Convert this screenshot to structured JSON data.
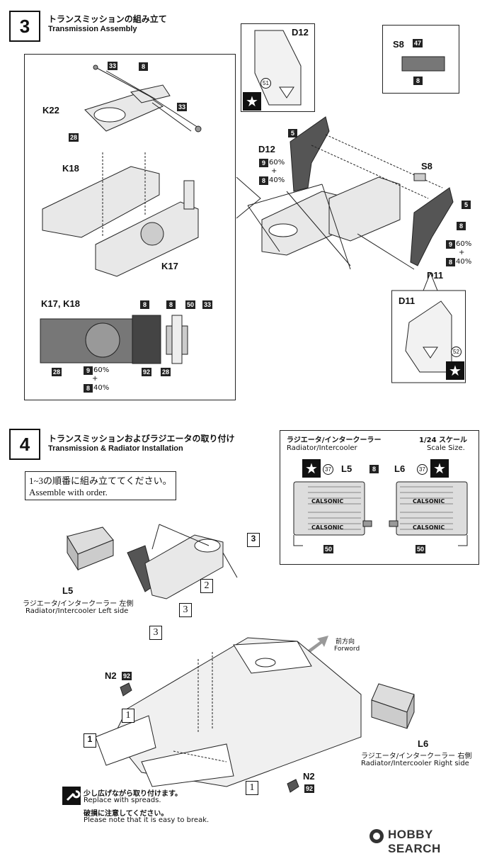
{
  "step3": {
    "number": "3",
    "title_jp": "トランスミッションの組み立て",
    "title_en": "Transmission Assembly",
    "callout_d12": {
      "label": "D12",
      "circle": "51"
    },
    "callout_s8": {
      "label": "S8",
      "part_top": "47",
      "part_bottom": "8"
    },
    "callout_d11": {
      "label": "D11",
      "circle": "52"
    },
    "labels": {
      "k22": "K22",
      "k18": "K18",
      "k17": "K17",
      "k17k18": "K17, K18",
      "d12": "D12",
      "s8": "S8",
      "d11": "D11"
    },
    "parts": {
      "p33a": "33",
      "p8a": "8",
      "p33b": "33",
      "p28a": "28",
      "p5a": "5",
      "p9a": "9",
      "p8b": "8",
      "p5b": "5",
      "p8c": "8",
      "p9b": "9",
      "p8d": "8",
      "p8e": "8",
      "p8f": "8",
      "p50": "50",
      "p33c": "33",
      "p28b": "28",
      "p92": "92",
      "p28c": "28",
      "p9c": "9",
      "p8g": "8"
    },
    "mix": {
      "pct60": "60%",
      "plus": "+",
      "pct40": "40%"
    }
  },
  "step4": {
    "number": "4",
    "title_jp": "トランスミッションおよびラジエータの取り付け",
    "title_en": "Transmission & Radiator Installation",
    "order_note_jp": "1~3の順番に組み立ててください。",
    "order_note_en": "Assemble with order.",
    "inset": {
      "title_jp": "ラジエータ/インタークーラー",
      "title_en": "Radiator/Intercooler",
      "scale_jp": "1/24 スケール",
      "scale_en": "Scale Size.",
      "l5": "L5",
      "l6": "L6",
      "circle37a": "37",
      "circle37b": "37",
      "part8": "8",
      "part50a": "50",
      "part50b": "50",
      "brand": "CALSONIC"
    },
    "l5_label": "L5",
    "l5_jp": "ラジエータ/インタークーラー 左側",
    "l5_en": "Radiator/Intercooler Left side",
    "l6_label": "L6",
    "l6_jp": "ラジエータ/インタークーラー 右側",
    "l6_en": "Radiator/Intercooler Right side",
    "forward_jp": "前方向",
    "forward_en": "Forword",
    "n2a": "N2",
    "n2a_part": "92",
    "n2b": "N2",
    "n2b_part": "92",
    "ref3": "3",
    "ref1": "1",
    "seq": {
      "s1a": "1",
      "s1b": "1",
      "s2": "2",
      "s3a": "3",
      "s3b": "3"
    },
    "note_jp1": "少し広げながら取り付けます。",
    "note_en1": "Replace with spreads.",
    "note_jp2": "破損に注意してください。",
    "note_en2": "Please note that it is easy to break."
  },
  "watermark": "HOBBY SEARCH"
}
